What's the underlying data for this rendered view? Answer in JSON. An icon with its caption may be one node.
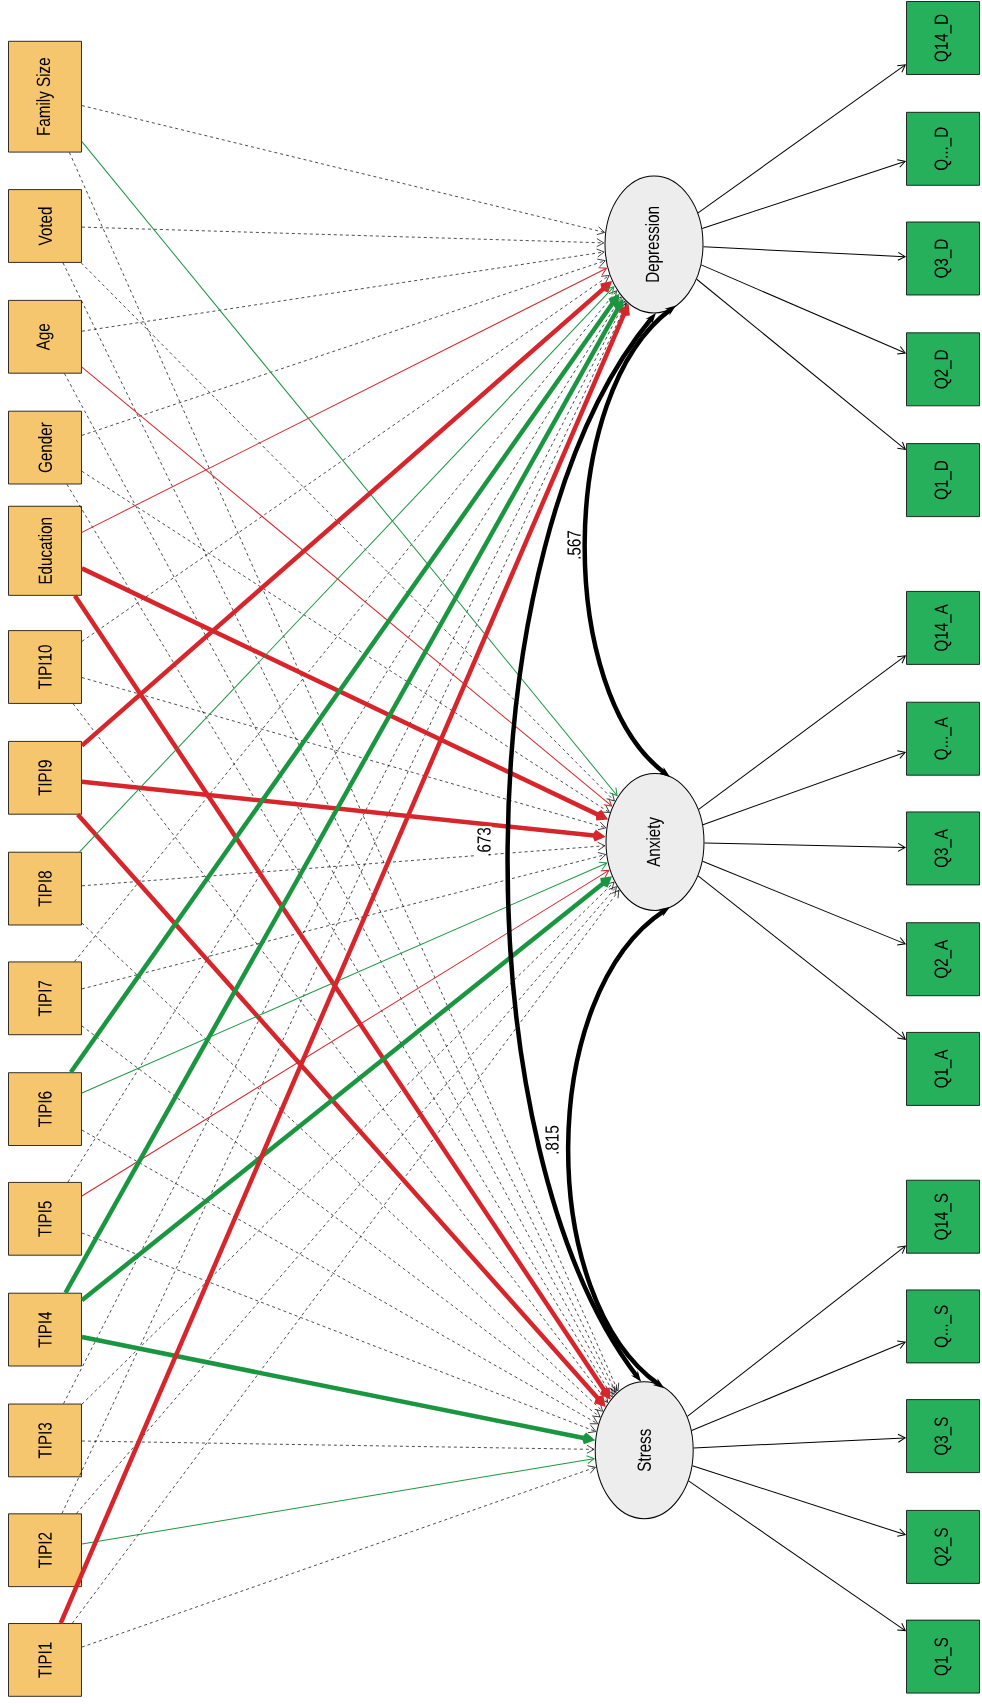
{
  "diagram": {
    "nodes": [
      {
        "text": [
          "Family Size"
        ]
      },
      {
        "text": [
          "Voted"
        ]
      },
      {
        "text": [
          "Age"
        ]
      },
      {
        "text": [
          "Gender"
        ]
      },
      {
        "text": [
          "Education"
        ]
      },
      {
        "text": [
          "TIPI10"
        ]
      },
      {
        "text": [
          "TIPI9"
        ]
      },
      {
        "text": [
          "TIPI8"
        ]
      },
      {
        "text": [
          "TIPI7"
        ]
      },
      {
        "text": [
          "TIPI6"
        ]
      },
      {
        "text": [
          "TIPI5"
        ]
      },
      {
        "text": [
          "TIPI4"
        ]
      },
      {
        "text": [
          "TIPI3"
        ]
      },
      {
        "text": [
          "TIPI2"
        ]
      },
      {
        "text": [
          "TIPI1"
        ]
      },
      {
        "text": [
          "Depression"
        ]
      },
      {
        "text": [
          "Anxiety"
        ]
      },
      {
        "text": [
          "Stress"
        ]
      },
      {
        "text": [
          "Q14_D"
        ]
      },
      {
        "text": [
          "Q..._D"
        ]
      },
      {
        "text": [
          "Q3_D"
        ]
      },
      {
        "text": [
          "Q2_D"
        ]
      },
      {
        "text": [
          "Q1_D"
        ]
      },
      {
        "text": [
          "Q14_A"
        ]
      },
      {
        "text": [
          "Q..._A"
        ]
      },
      {
        "text": [
          "Q3_A"
        ]
      },
      {
        "text": [
          "Q2_A"
        ]
      },
      {
        "text": [
          "Q1_A"
        ]
      },
      {
        "text": [
          "Q14_S"
        ]
      },
      {
        "text": [
          "Q..._S"
        ]
      },
      {
        "text": [
          "Q3_S"
        ]
      },
      {
        "text": [
          "Q2_S"
        ]
      },
      {
        "text": [
          "Q1_S"
        ]
      }
    ],
    "edges": [
      {
        "from": 0,
        "to": 15,
        "arrow": "to",
        "style": "dashed"
      },
      {
        "from": 0,
        "to": 16,
        "arrow": "to",
        "color": "#1a9641"
      },
      {
        "from": 0,
        "to": 17,
        "arrow": "to",
        "style": "dashed"
      },
      {
        "from": 1,
        "to": 15,
        "arrow": "to",
        "style": "dashed"
      },
      {
        "from": 1,
        "to": 16,
        "arrow": "to",
        "style": "dashed"
      },
      {
        "from": 1,
        "to": 17,
        "arrow": "to",
        "style": "dashed"
      },
      {
        "from": 2,
        "to": 15,
        "arrow": "to",
        "style": "dashed"
      },
      {
        "from": 2,
        "to": 16,
        "arrow": "to",
        "color": "#d7262b"
      },
      {
        "from": 2,
        "to": 17,
        "arrow": "to",
        "style": "dashed"
      },
      {
        "from": 3,
        "to": 15,
        "arrow": "to",
        "style": "dashed"
      },
      {
        "from": 3,
        "to": 16,
        "arrow": "to",
        "style": "dashed"
      },
      {
        "from": 3,
        "to": 17,
        "arrow": "to",
        "style": "dashed"
      },
      {
        "from": 4,
        "to": 15,
        "arrow": "to",
        "color": "#d7262b"
      },
      {
        "from": 4,
        "to": 16,
        "arrow": "to",
        "style": "thick",
        "color": "#d7262b"
      },
      {
        "from": 4,
        "to": 17,
        "arrow": "to",
        "style": "thick",
        "color": "#d7262b"
      },
      {
        "from": 5,
        "to": 15,
        "arrow": "to",
        "style": "dashed"
      },
      {
        "from": 5,
        "to": 16,
        "arrow": "to",
        "style": "dashed"
      },
      {
        "from": 5,
        "to": 17,
        "arrow": "to",
        "style": "dashed"
      },
      {
        "from": 6,
        "to": 15,
        "arrow": "to",
        "style": "thick",
        "color": "#d7262b"
      },
      {
        "from": 6,
        "to": 16,
        "arrow": "to",
        "style": "thick",
        "color": "#d7262b"
      },
      {
        "from": 6,
        "to": 17,
        "arrow": "to",
        "style": "thick",
        "color": "#d7262b"
      },
      {
        "from": 7,
        "to": 15,
        "arrow": "to",
        "color": "#1a9641"
      },
      {
        "from": 7,
        "to": 16,
        "arrow": "to",
        "style": "dashed"
      },
      {
        "from": 7,
        "to": 17,
        "arrow": "to",
        "style": "dashed"
      },
      {
        "from": 8,
        "to": 15,
        "arrow": "to",
        "style": "dashed"
      },
      {
        "from": 8,
        "to": 16,
        "arrow": "to",
        "style": "dashed"
      },
      {
        "from": 8,
        "to": 17,
        "arrow": "to",
        "style": "dashed"
      },
      {
        "from": 9,
        "to": 15,
        "arrow": "to",
        "style": "thick",
        "color": "#1a9641"
      },
      {
        "from": 9,
        "to": 16,
        "arrow": "to",
        "color": "#1a9641"
      },
      {
        "from": 9,
        "to": 17,
        "arrow": "to",
        "style": "dashed"
      },
      {
        "from": 10,
        "to": 15,
        "arrow": "to",
        "style": "dashed"
      },
      {
        "from": 10,
        "to": 16,
        "arrow": "to",
        "color": "#d7262b"
      },
      {
        "from": 10,
        "to": 17,
        "arrow": "to",
        "style": "dashed"
      },
      {
        "from": 11,
        "to": 15,
        "arrow": "to",
        "style": "thick",
        "color": "#1a9641"
      },
      {
        "from": 11,
        "to": 16,
        "arrow": "to",
        "style": "thick",
        "color": "#1a9641"
      },
      {
        "from": 11,
        "to": 17,
        "arrow": "to",
        "style": "thick",
        "color": "#1a9641"
      },
      {
        "from": 12,
        "to": 15,
        "arrow": "to",
        "style": "dashed"
      },
      {
        "from": 12,
        "to": 16,
        "arrow": "to",
        "style": "dashed"
      },
      {
        "from": 12,
        "to": 17,
        "arrow": "to",
        "style": "dashed"
      },
      {
        "from": 13,
        "to": 15,
        "arrow": "to",
        "style": "dashed"
      },
      {
        "from": 13,
        "to": 16,
        "arrow": "to",
        "style": "dashed"
      },
      {
        "from": 13,
        "to": 17,
        "arrow": "to",
        "color": "#1a9641"
      },
      {
        "from": 14,
        "to": 15,
        "arrow": "to",
        "style": "thick",
        "color": "#d7262b"
      },
      {
        "from": 14,
        "to": 16,
        "arrow": "to",
        "style": "dashed"
      },
      {
        "from": 14,
        "to": 17,
        "arrow": "to",
        "style": "dashed"
      },
      {
        "from": 15,
        "to": 16,
        "arrow": "both",
        "label": ".567",
        "style": "thick"
      },
      {
        "from": 15,
        "to": 17,
        "arrow": "both",
        "label": ".673",
        "style": "thick"
      },
      {
        "from": 16,
        "to": 17,
        "arrow": "both",
        "label": ".815",
        "style": "thick"
      },
      {
        "from": 15,
        "to": 18,
        "arrow": "to"
      },
      {
        "from": 15,
        "to": 19,
        "arrow": "to"
      },
      {
        "from": 15,
        "to": 20,
        "arrow": "to"
      },
      {
        "from": 15,
        "to": 21,
        "arrow": "to"
      },
      {
        "from": 15,
        "to": 22,
        "arrow": "to"
      },
      {
        "from": 16,
        "to": 23,
        "arrow": "to"
      },
      {
        "from": 16,
        "to": 24,
        "arrow": "to"
      },
      {
        "from": 16,
        "to": 25,
        "arrow": "to"
      },
      {
        "from": 16,
        "to": 26,
        "arrow": "to"
      },
      {
        "from": 16,
        "to": 27,
        "arrow": "to"
      },
      {
        "from": 17,
        "to": 28,
        "arrow": "to"
      },
      {
        "from": 17,
        "to": 29,
        "arrow": "to"
      },
      {
        "from": 17,
        "to": 30,
        "arrow": "to"
      },
      {
        "from": 17,
        "to": 31,
        "arrow": "to"
      },
      {
        "from": 17,
        "to": 32,
        "arrow": "to"
      }
    ]
  }
}
